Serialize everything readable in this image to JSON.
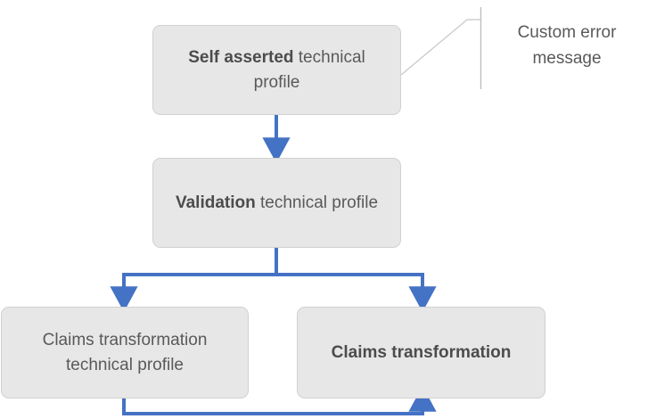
{
  "diagram": {
    "type": "flowchart",
    "background_color": "#ffffff",
    "node_fill_color": "#E8E7E7",
    "node_border_color": "#D2D0D0",
    "connector_color": "#4472C4",
    "callout_line_color": "#BFBFBF",
    "text_color": "#595959",
    "nodes": [
      {
        "id": "self-asserted",
        "bold_text": "Self asserted",
        "rest_text": " technical profile"
      },
      {
        "id": "validation",
        "bold_text": "Validation",
        "rest_text": " technical profile"
      },
      {
        "id": "claims-transformation-technical-profile",
        "bold_text": "",
        "rest_text": "Claims transformation technical profile"
      },
      {
        "id": "claims-transformation",
        "bold_text": "Claims transformation",
        "rest_text": ""
      }
    ],
    "callout": {
      "text_line_1": "Custom error",
      "text_line_2": "message"
    }
  }
}
